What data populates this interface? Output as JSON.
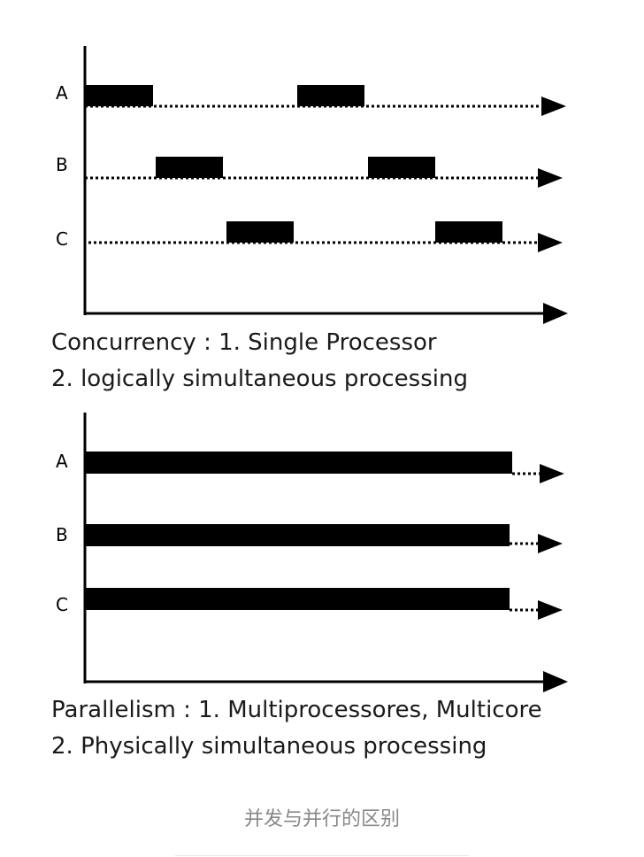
{
  "concurrency": {
    "rows": [
      "A",
      "B",
      "C"
    ],
    "caption_line1": "Concurrency : 1. Single Processor",
    "caption_line2": "2. logically simultaneous processing"
  },
  "parallelism": {
    "rows": [
      "A",
      "B",
      "C"
    ],
    "caption_line1": "Parallelism : 1. Multiprocessores, Multicore",
    "caption_line2": "2. Physically simultaneous processing"
  },
  "footer": {
    "caption": "并发与并行的区别"
  }
}
